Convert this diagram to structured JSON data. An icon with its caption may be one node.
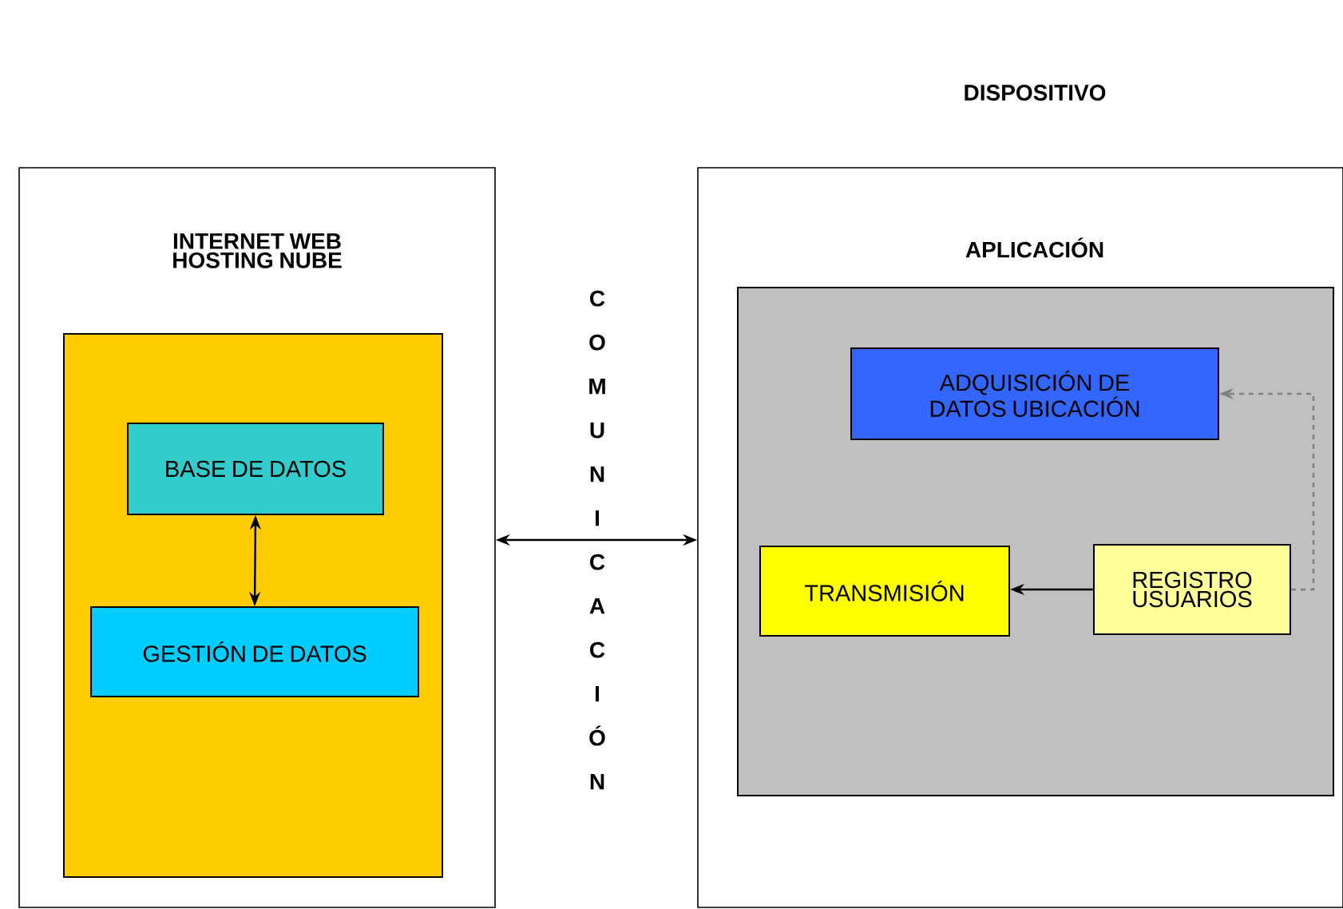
{
  "diagram": {
    "nodes": [
      {
        "text": [
          "INTERNET WEB HOSTING NUBE"
        ]
      },
      {
        "text": [],
        "shape": "box",
        "in": 0
      },
      {
        "text": [
          "BASE DE DATOS"
        ],
        "in": 1
      },
      {
        "text": [
          "GESTIÓN DE DATOS"
        ],
        "in": 1
      },
      {
        "text": [
          "DISPOSITIVO"
        ]
      },
      {
        "text": [
          "APLICACIÓN"
        ],
        "in": 4
      },
      {
        "text": [
          "ADQUISICIÓN DE DATOS UBICACIÓN"
        ],
        "in": 5
      },
      {
        "text": [
          "TRANSMISIÓN"
        ],
        "in": 5
      },
      {
        "text": [
          "REGISTRO USUARIOS"
        ],
        "in": 5
      }
    ],
    "edges": [
      {
        "from": 2,
        "to": 3,
        "arrow": "both"
      },
      {
        "from": 0,
        "to": 4,
        "arrow": "both",
        "label": "COMUNICACIÓN"
      },
      {
        "from": 8,
        "to": 7,
        "arrow": "to"
      },
      {
        "from": 8,
        "to": 6,
        "arrow": "to",
        "style": "dashed",
        "color": "#808080"
      }
    ]
  }
}
